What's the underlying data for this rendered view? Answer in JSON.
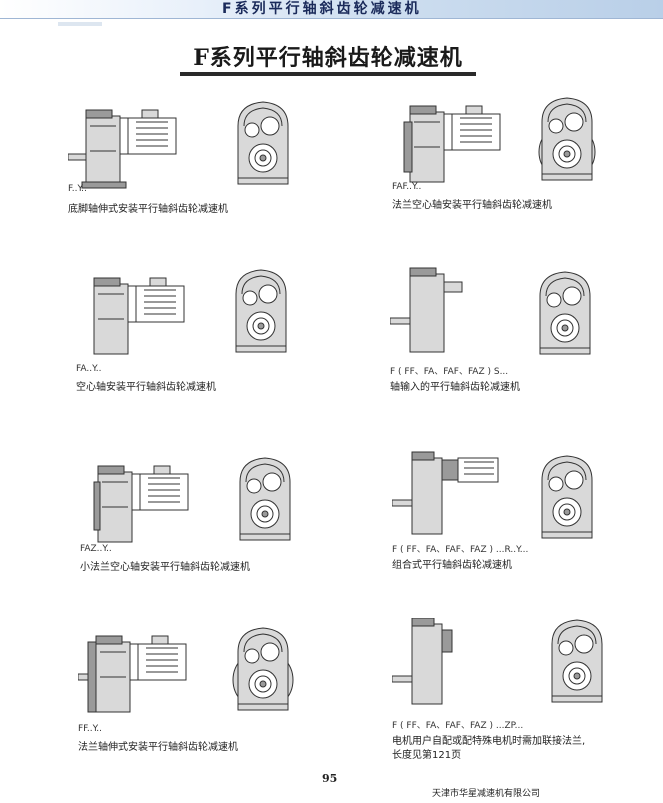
{
  "header": {
    "banner_title": "F系列平行轴斜齿轮减速机"
  },
  "main_title": "F系列平行轴斜齿轮减速机",
  "items": [
    {
      "code": "F..Y..",
      "desc": "底脚轴伸式安装平行轴斜齿轮减速机"
    },
    {
      "code": "FAF..Y..",
      "desc": "法兰空心轴安装平行轴斜齿轮减速机"
    },
    {
      "code": "FA..Y..",
      "desc": "空心轴安装平行轴斜齿轮减速机"
    },
    {
      "code": "F ( FF、FA、FAF、FAZ ) S...",
      "desc": "轴输入的平行轴斜齿轮减速机"
    },
    {
      "code": "FAZ..Y..",
      "desc": "小法兰空心轴安装平行轴斜齿轮减速机"
    },
    {
      "code": "F ( FF、FA、FAF、FAZ ) ...R..Y...",
      "desc": "组合式平行轴斜齿轮减速机"
    },
    {
      "code": "FF..Y..",
      "desc": "法兰轴伸式安装平行轴斜齿轮减速机"
    },
    {
      "code": "F ( FF、FA、FAF、FAZ ) ...ZP...",
      "desc": "电机用户自配或配特殊电机时需加联接法兰,",
      "desc2": "长度见第121页"
    }
  ],
  "footer": {
    "page_number": "95",
    "company": "天津市华星减速机有限公司"
  }
}
